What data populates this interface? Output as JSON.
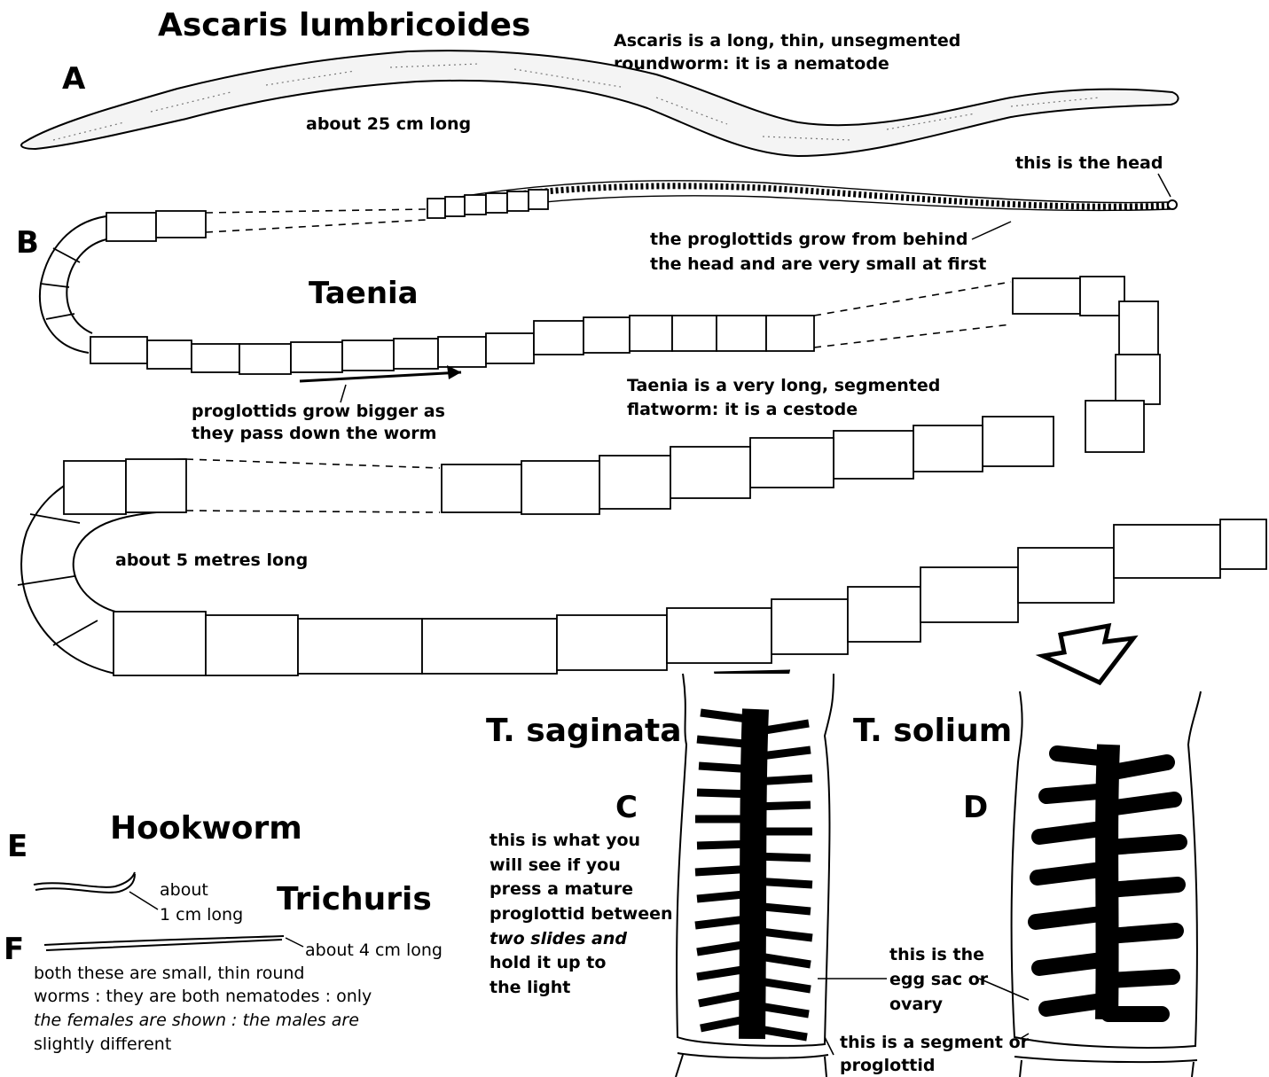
{
  "colors": {
    "ink": "#000000",
    "paper": "#ffffff"
  },
  "panels": {
    "A": {
      "letter": "A",
      "title": "Ascaris lumbricoides",
      "description_lines": [
        "Ascaris is a long, thin, unsegmented",
        "roundworm: it is a nematode"
      ],
      "length": "about 25 cm long"
    },
    "B": {
      "letter": "B",
      "title": "Taenia",
      "head_label": "this is the head",
      "proglottid_note_lines": [
        "the proglottids grow from behind",
        "the head and are very small at first"
      ],
      "growth_note_lines": [
        "proglottids grow bigger as",
        "they pass down the worm"
      ],
      "description_lines": [
        "Taenia is a very long, segmented",
        "flatworm: it is a cestode"
      ],
      "length": "about 5 metres long"
    },
    "C": {
      "letter": "C",
      "title": "T. saginata",
      "note_lines": [
        "this is what you",
        "will see if you",
        "press a mature",
        "proglottid between",
        "two slides and",
        "hold it up to",
        "the light"
      ]
    },
    "D": {
      "letter": "D",
      "title": "T. solium",
      "egg_sac_lines": [
        "this is the",
        "egg sac or",
        "ovary"
      ],
      "segment_lines": [
        "this is a segment or",
        "proglottid"
      ]
    },
    "E": {
      "letter": "E",
      "title": "Hookworm",
      "length_lines": [
        "about",
        "1 cm long"
      ]
    },
    "F": {
      "letter": "F",
      "title": "Trichuris",
      "length": "about 4 cm long",
      "note_lines": [
        "both these are small, thin round",
        "worms : they are both nematodes : only",
        "the females are shown : the males are",
        "slightly different"
      ]
    }
  }
}
